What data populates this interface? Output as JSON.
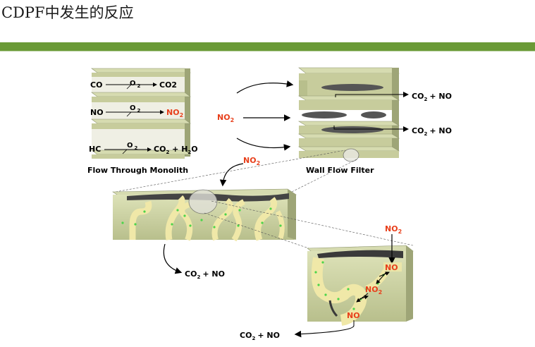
{
  "slide": {
    "title": "CDPF中发生的反应",
    "accent_color": "#6a9a36"
  },
  "diagram": {
    "monolith": {
      "row1": {
        "left": "CO",
        "oxidant": "O",
        "oxidant_sub": "2",
        "right": "CO2"
      },
      "row2": {
        "left": "NO",
        "oxidant": "O",
        "oxidant_sub": "2",
        "right": "NO",
        "right_sub": "2"
      },
      "row3": {
        "left": "HC",
        "oxidant": "O",
        "oxidant_sub": "2",
        "right1": "CO",
        "right1_sub": "2",
        "right_plus": " + H",
        "right2_sub": "2",
        "right2": "O"
      },
      "caption": "Flow Through Monolith"
    },
    "no2_label": {
      "text": "NO",
      "sub": "2"
    },
    "no2_label2": {
      "text": "NO",
      "sub": "2"
    },
    "wall_flow": {
      "caption": "Wall Flow Filter",
      "out1": {
        "a": "CO",
        "sub": "2",
        "b": "+ NO"
      },
      "out2": {
        "a": "CO",
        "sub": "2",
        "b": "+ NO"
      }
    },
    "wall_zoom": {
      "out": {
        "a": "CO",
        "sub": "2",
        "b": "+ NO"
      }
    },
    "pore_zoom": {
      "no2_in": {
        "text": "NO",
        "sub": "2"
      },
      "no_1": "NO",
      "no2_mid": {
        "text": "NO",
        "sub": "2"
      },
      "no_2": "NO",
      "out": {
        "a": "CO",
        "sub": "2",
        "b": "+ NO"
      }
    },
    "colors": {
      "red": "#e8401c",
      "slab": "#c9cfa0",
      "slab_dark": "#9ea577",
      "pore": "#f0e8a8",
      "green_dot": "#4cd54a"
    }
  }
}
